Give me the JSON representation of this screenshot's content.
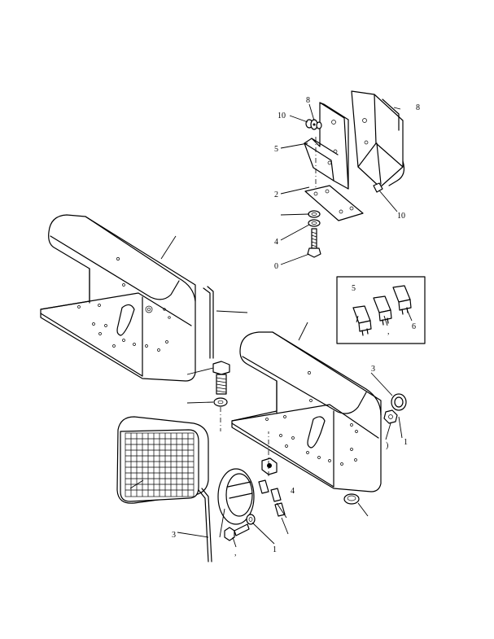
{
  "callouts": [
    {
      "id": "c1",
      "text": "10"
    },
    {
      "id": "c2",
      "text": "8"
    },
    {
      "id": "c3",
      "text": "8"
    },
    {
      "id": "c4",
      "text": "5"
    },
    {
      "id": "c5",
      "text": "2"
    },
    {
      "id": "c6",
      "text": "10"
    },
    {
      "id": "c7",
      "text": "4"
    },
    {
      "id": "c8",
      "text": "0"
    },
    {
      "id": "c9",
      "text": "5"
    },
    {
      "id": "c10",
      "text": "6"
    },
    {
      "id": "c11",
      "text": ","
    },
    {
      "id": "c12",
      "text": "3"
    },
    {
      "id": "c13",
      "text": "3"
    },
    {
      "id": "c14",
      "text": "1"
    },
    {
      "id": "c15",
      "text": ")"
    },
    {
      "id": "c16",
      "text": "4"
    },
    {
      "id": "c17",
      "text": "1"
    },
    {
      "id": "c18",
      "text": ","
    }
  ]
}
